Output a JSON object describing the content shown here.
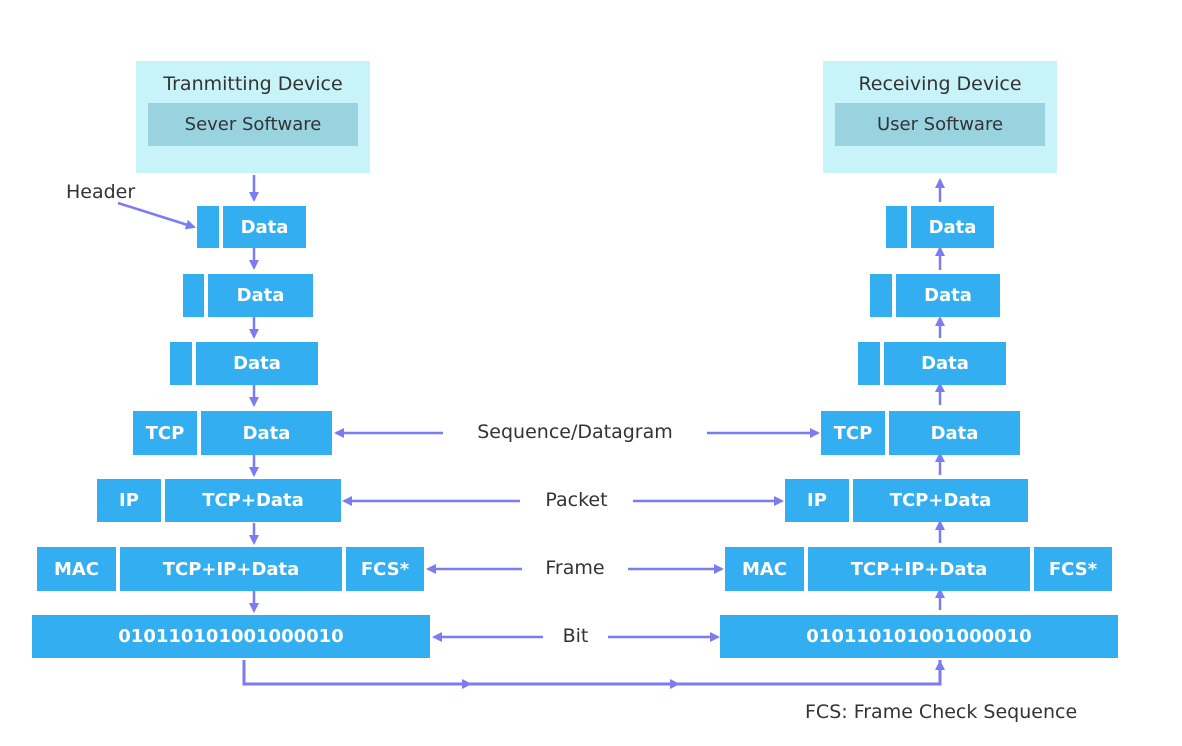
{
  "transmitting": {
    "title": "Tranmitting Device",
    "software": "Sever Software"
  },
  "receiving": {
    "title": "Receiving Device",
    "software": "User Software"
  },
  "header_label": "Header",
  "cells": {
    "data": "Data",
    "tcp": "TCP",
    "ip": "IP",
    "tcp_data": "TCP+Data",
    "mac": "MAC",
    "tcp_ip_data": "TCP+IP+Data",
    "fcs": "FCS*",
    "bits": "010110101001000010"
  },
  "layers": {
    "segment": "Sequence/Datagram",
    "packet": "Packet",
    "frame": "Frame",
    "bit": "Bit"
  },
  "footnote": "FCS: Frame Check Sequence",
  "colors": {
    "cell": "#33aef1",
    "device": "#c8f3f8",
    "software": "#98d3df",
    "arrow": "#7b7cf2"
  }
}
